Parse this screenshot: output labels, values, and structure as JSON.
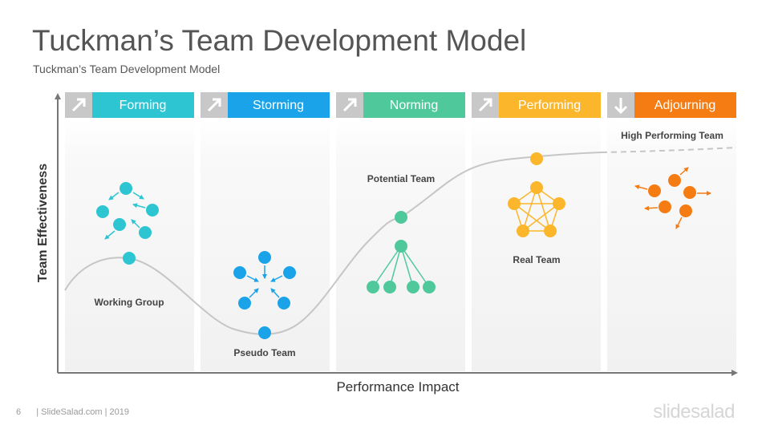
{
  "title": "Tuckman’s Team Development Model",
  "subtitle": "Tuckman’s Team Development Model",
  "axes": {
    "y_label": "Team Effectiveness",
    "x_label": "Performance Impact"
  },
  "stages": [
    {
      "name": "Forming",
      "color": "#2ec5d3",
      "icon": "arrow-up-right-icon"
    },
    {
      "name": "Storming",
      "color": "#1aa3e8",
      "icon": "arrow-up-right-icon"
    },
    {
      "name": "Norming",
      "color": "#4fc99c",
      "icon": "arrow-up-right-icon"
    },
    {
      "name": "Performing",
      "color": "#fbb62c",
      "icon": "arrow-up-right-icon"
    },
    {
      "name": "Adjourning",
      "color": "#f57c12",
      "icon": "arrow-down-icon"
    }
  ],
  "team_labels": {
    "working_group": "Working Group",
    "pseudo_team": "Pseudo Team",
    "potential_team": "Potential Team",
    "real_team": "Real Team",
    "high_performing_team": "High Performing Team"
  },
  "footer": {
    "page_number": "6",
    "source": "| SlideSalad.com | 2019",
    "brand": "slidesalad"
  },
  "colors": {
    "icon_box": "#c8c8c8",
    "curve": "#c6c6c6",
    "axis": "#777777"
  }
}
